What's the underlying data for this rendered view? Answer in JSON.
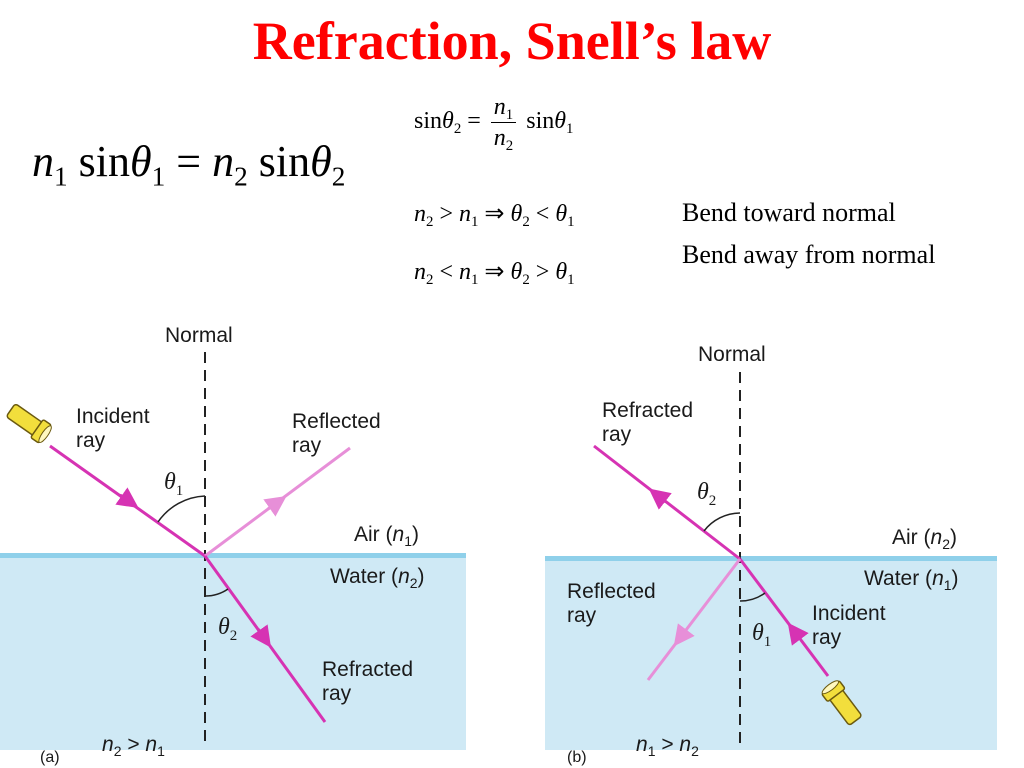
{
  "slide": {
    "title": "Refraction, Snell’s law",
    "notes": {
      "toward": "Bend toward normal",
      "away": "Bend away from normal"
    },
    "equation_terms": {
      "n": "n",
      "sin": "sin",
      "theta": "θ",
      "one": "1",
      "two": "2",
      "eq": "=",
      "gt": ">",
      "lt": "<",
      "implies": "⇒"
    }
  },
  "panel_a": {
    "tag": "(a)",
    "normal": "Normal",
    "incident": "Incident",
    "incident2": "ray",
    "reflected": "Reflected",
    "reflected2": "ray",
    "refracted": "Refracted",
    "refracted2": "ray",
    "air": "Air (",
    "air_n": "n",
    "air_sub": "1",
    "water": "Water (",
    "water_n": "n",
    "water_sub": "2",
    "close": ")",
    "theta1": "θ",
    "theta1_sub": "1",
    "theta2": "θ",
    "theta2_sub": "2",
    "cond_a": "n",
    "cond_a_sub": "2",
    "cond_op": " > ",
    "cond_b": "n",
    "cond_b_sub": "1"
  },
  "panel_b": {
    "tag": "(b)",
    "normal": "Normal",
    "refracted": "Refracted",
    "refracted2": "ray",
    "reflected": "Reflected",
    "reflected2": "ray",
    "incident": "Incident",
    "incident2": "ray",
    "air": "Air (",
    "air_n": "n",
    "air_sub": "2",
    "water": "Water (",
    "water_n": "n",
    "water_sub": "1",
    "close": ")",
    "theta2": "θ",
    "theta2_sub": "2",
    "theta1": "θ",
    "theta1_sub": "1",
    "cond_a": "n",
    "cond_a_sub": "1",
    "cond_op": " > ",
    "cond_b": "n",
    "cond_b_sub": "2"
  },
  "colors": {
    "title": "#ff0000",
    "water": "#cfe9f5",
    "surface": "#8fd0ea",
    "ray": "#d633b3",
    "reflected_ray": "#e78fd8",
    "flashlight": "#f2de3c"
  }
}
